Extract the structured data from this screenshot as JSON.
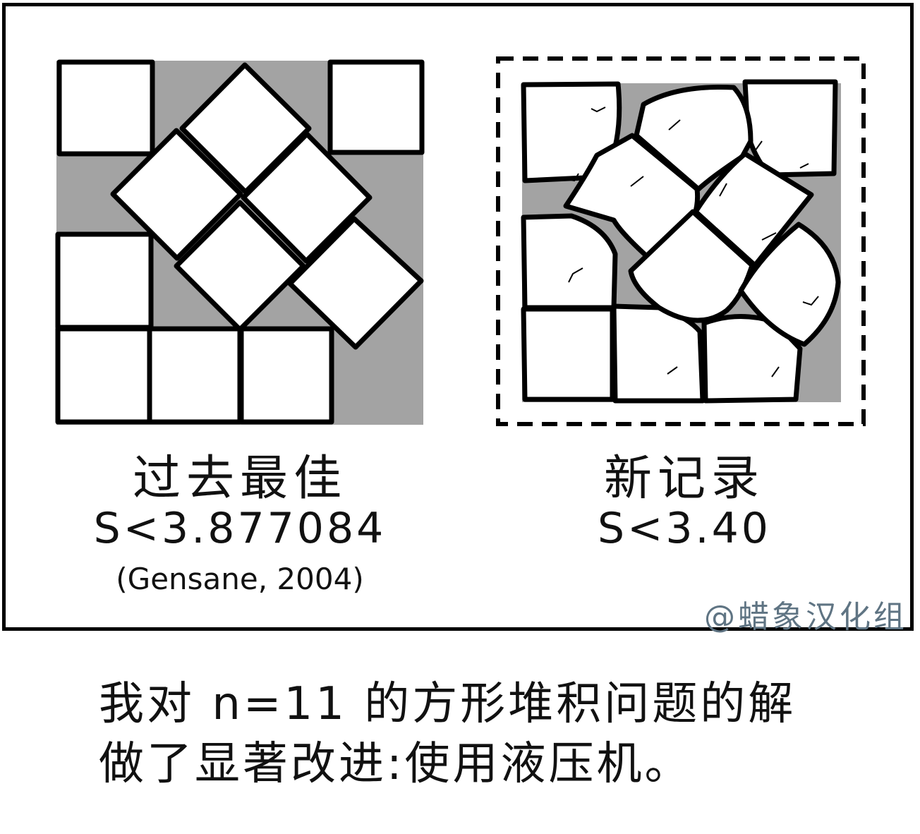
{
  "left_packing": {
    "title": "过去最佳",
    "bound": "S<3.877084",
    "citation": "(Gensane, 2004)"
  },
  "right_packing": {
    "title": "新记录",
    "bound": "S<3.40"
  },
  "credit": "@蜡象汉化组",
  "caption": {
    "line1": "我对 n=11 的方形堆积问题的解",
    "line2": "做了显著改进:使用液压机。"
  },
  "colors": {
    "container_gray": "#a3a3a3",
    "square_fill": "#ffffff",
    "outline": "#000000",
    "credit_text": "#5f7483"
  }
}
